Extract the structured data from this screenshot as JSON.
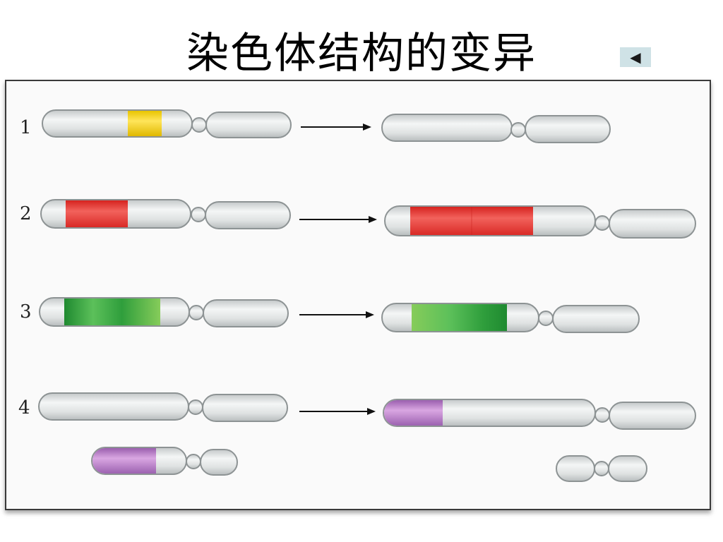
{
  "title": "染色体结构的变异",
  "back_button": {
    "glyph": "◀",
    "icon": "triangle-left-icon"
  },
  "rows": [
    {
      "label": "1",
      "segment_color": "#f2d21f",
      "segment_name": "yellow"
    },
    {
      "label": "2",
      "segment_color": "#e33a36",
      "segment_name": "red"
    },
    {
      "label": "3",
      "segment_color": "#2e9e3e",
      "segment_name": "green"
    },
    {
      "label": "4",
      "segment_color": "#b07cc0",
      "segment_name": "purple"
    }
  ],
  "colors": {
    "chromosome_fill": "#e9ecec",
    "chromosome_stroke": "#8d9394",
    "arrow": "#111111",
    "panel_border": "#3a3a3a"
  }
}
